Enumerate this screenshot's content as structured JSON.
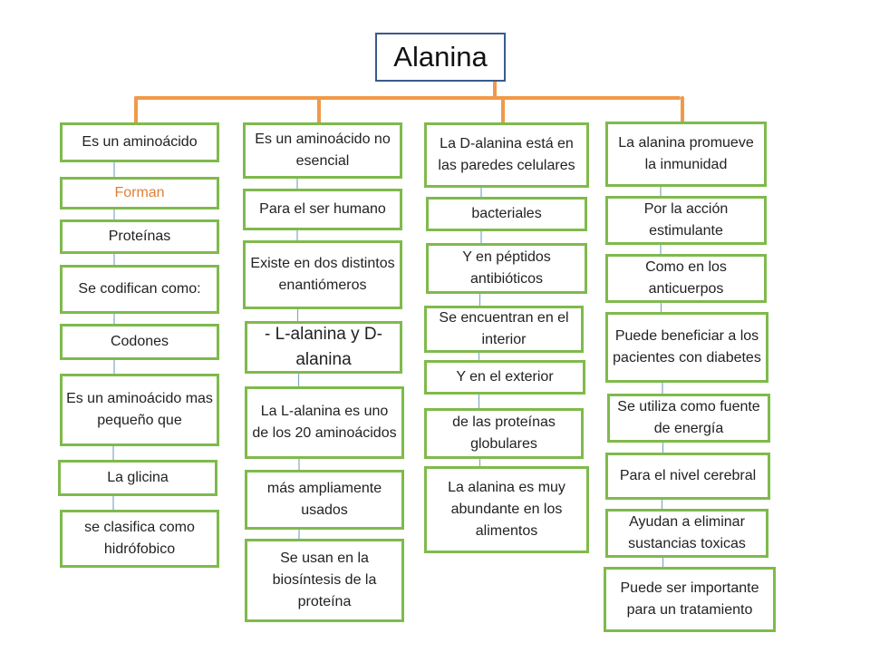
{
  "diagram": {
    "title": "Alanina",
    "colors": {
      "branch": "#ef9a4a",
      "node_border": "#7fba4c",
      "chain": "#7fa7c9",
      "title_border": "#3a5a8c",
      "accent_text": "#e0803a"
    },
    "columns": [
      {
        "nodes": [
          "Es un aminoácido",
          "Forman",
          "Proteínas",
          "Se codifican como:",
          "Codones",
          "Es un aminoácido mas pequeño que",
          "La glicina",
          "se clasifica como hidrófobico"
        ]
      },
      {
        "nodes": [
          "Es un aminoácido no esencial",
          "Para el ser humano",
          "Existe en dos distintos enantiómeros",
          "- L-alanina y D-alanina",
          "La L-alanina es uno de los 20 aminoácidos",
          "más ampliamente usados",
          "Se usan en la biosíntesis de la proteína"
        ]
      },
      {
        "nodes": [
          "La D-alanina está en las paredes celulares",
          "bacteriales",
          "Y en péptidos antibióticos",
          "Se encuentran en el interior",
          "Y en el exterior",
          "de las proteínas globulares",
          "La alanina es muy abundante en los alimentos"
        ]
      },
      {
        "nodes": [
          "La alanina promueve la inmunidad",
          "Por la acción estimulante",
          "Como en los anticuerpos",
          "Puede beneficiar a los pacientes con diabetes",
          "Se utiliza como fuente de energía",
          "Para el nivel cerebral",
          "Ayudan a eliminar sustancias toxicas",
          "Puede ser importante para un tratamiento"
        ]
      }
    ]
  }
}
